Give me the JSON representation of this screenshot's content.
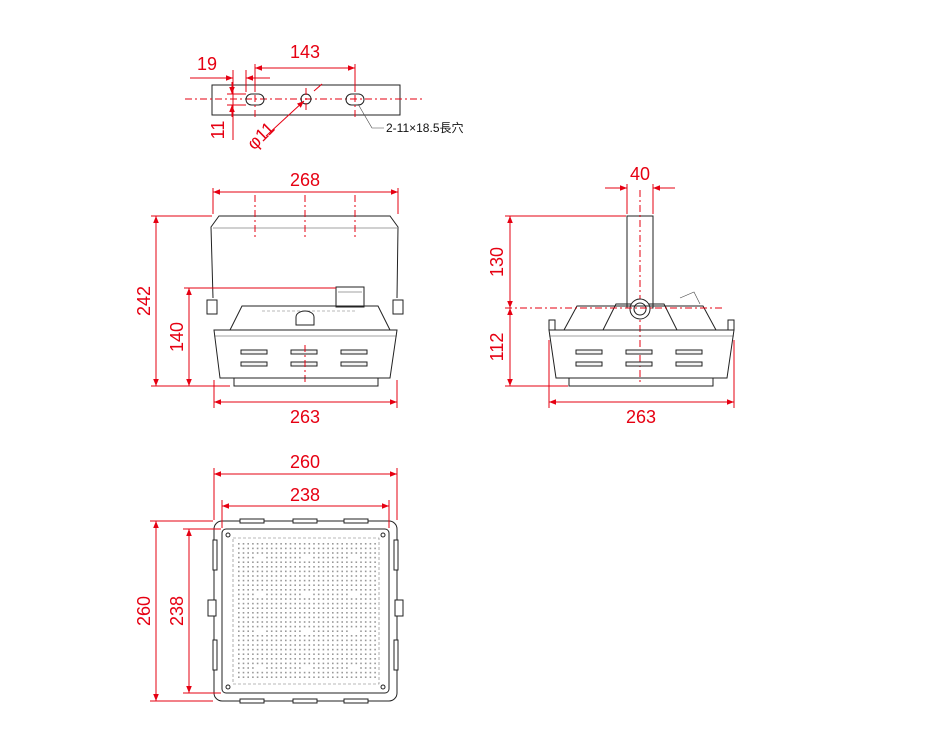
{
  "colors": {
    "dimension": "#e60012",
    "outline": "#222222"
  },
  "bracket_view": {
    "dim_offset": "19",
    "dim_pitch": "143",
    "dim_slot_height": "11",
    "dim_hole": "φ11",
    "note_slots": "2-11×18.5長穴"
  },
  "front_view": {
    "dim_top_width": "268",
    "dim_total_height": "242",
    "dim_body_height": "140",
    "dim_bottom_width": "263"
  },
  "side_view": {
    "dim_arm_width": "40",
    "dim_arm_height": "130",
    "dim_body_height": "112",
    "dim_bottom_width": "263"
  },
  "bottom_view": {
    "dim_outer_width": "260",
    "dim_inner_width": "238",
    "dim_outer_height": "260",
    "dim_inner_height": "238"
  }
}
